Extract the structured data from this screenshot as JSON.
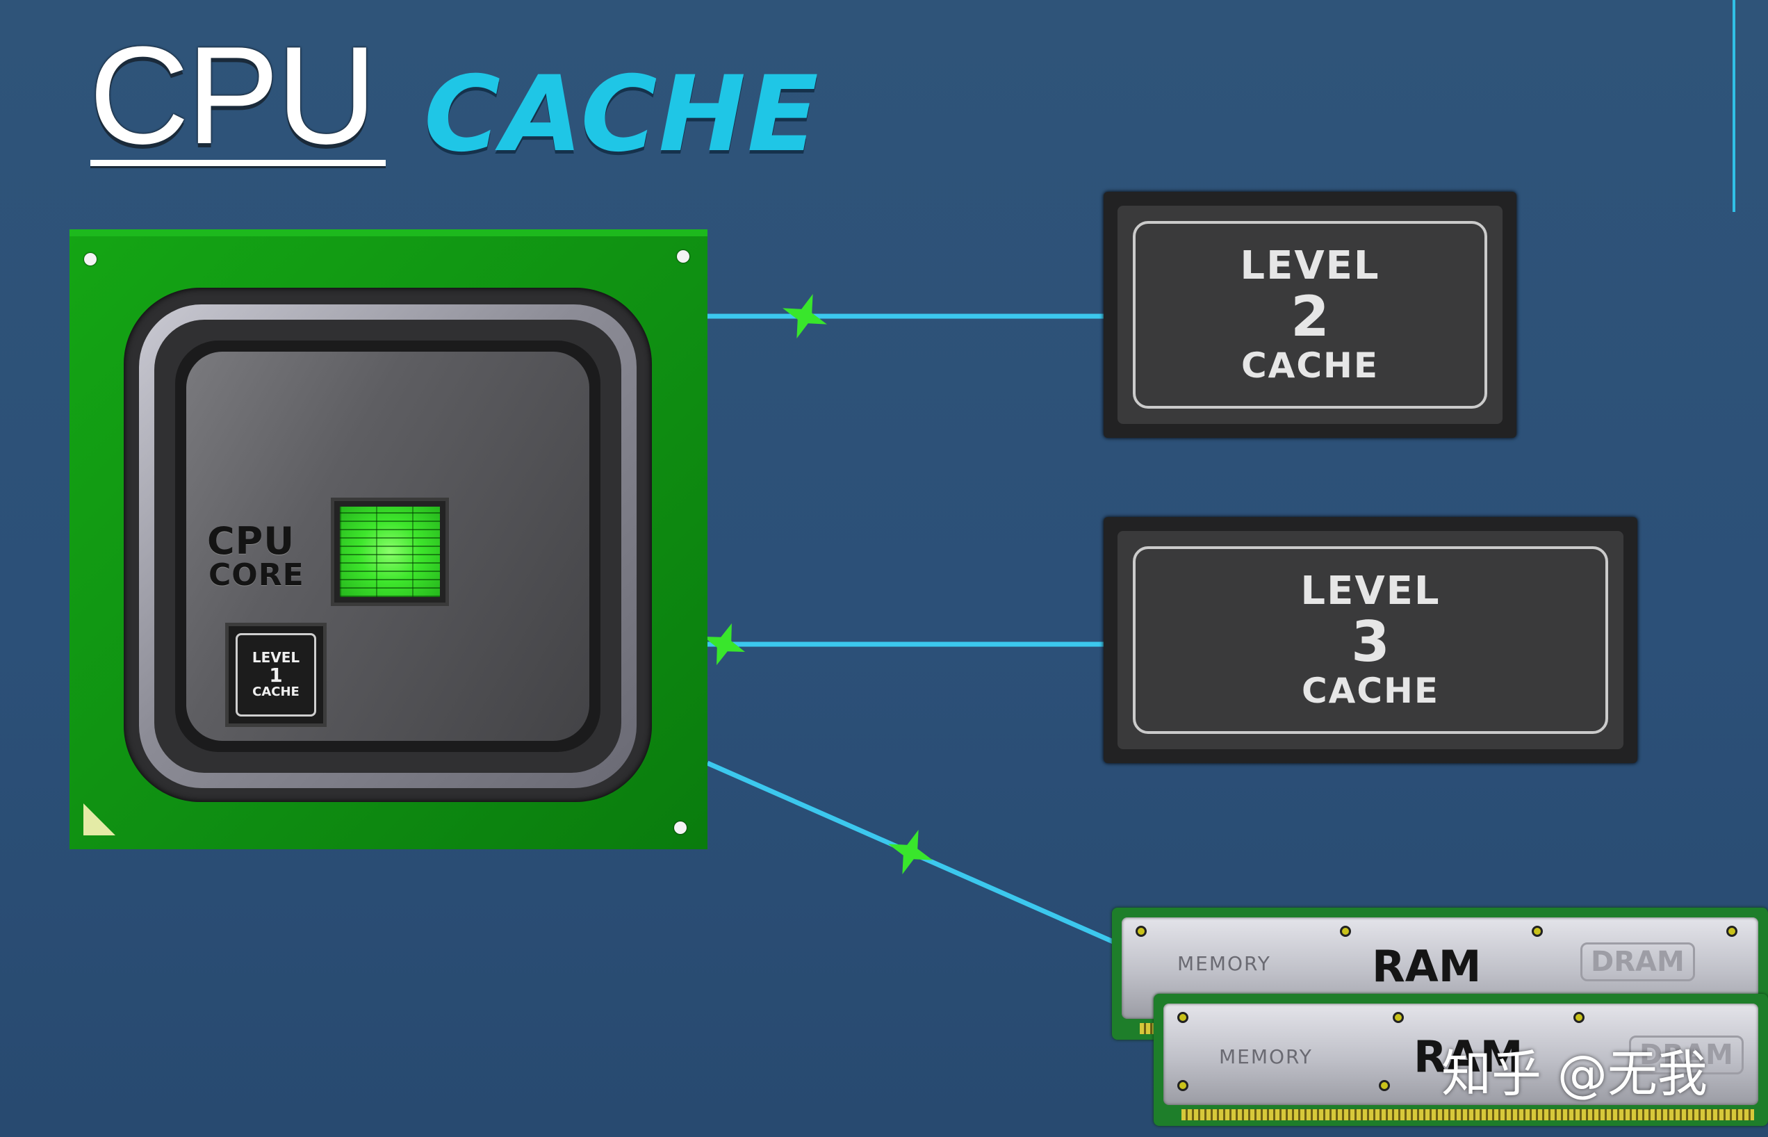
{
  "title": {
    "main": "CPU",
    "sub": "CACHE"
  },
  "cpu": {
    "core_label_line1": "CPU",
    "core_label_line2": "CORE",
    "l1": {
      "level": "LEVEL",
      "number": "1",
      "cache": "CACHE"
    }
  },
  "l2": {
    "level": "LEVEL",
    "number": "2",
    "cache": "CACHE"
  },
  "l3": {
    "level": "LEVEL",
    "number": "3",
    "cache": "CACHE"
  },
  "ram": [
    {
      "memory": "MEMORY",
      "label": "RAM",
      "tag": "DRAM"
    },
    {
      "memory": "MEMORY",
      "label": "RAM",
      "tag": "DRAM"
    }
  ],
  "watermark": "知乎 @无我",
  "colors": {
    "background": "#2c5078",
    "accent_cyan": "#1fc6e6",
    "wire": "#3cc8ee",
    "spark": "#39e62c",
    "board_green": "#0f8f12"
  },
  "icons": [
    "spark-icon",
    "corner-triangle-icon"
  ]
}
